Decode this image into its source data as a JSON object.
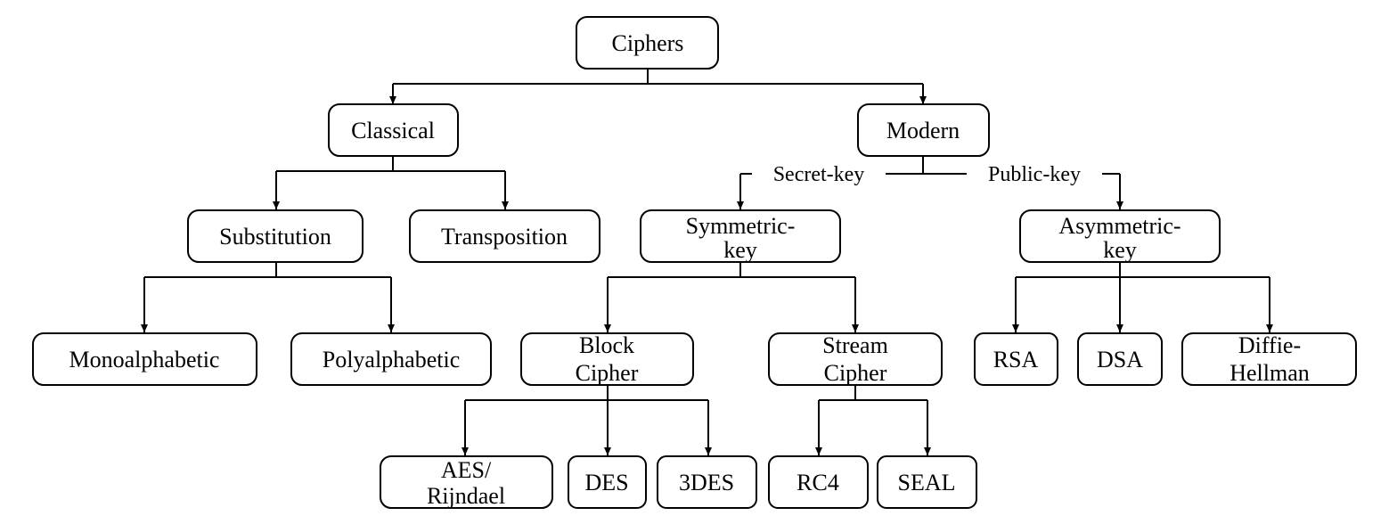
{
  "diagram": {
    "root": {
      "label": "Ciphers"
    },
    "classical": {
      "label": "Classical"
    },
    "modern": {
      "label": "Modern"
    },
    "substitution": {
      "label": "Substitution"
    },
    "transposition": {
      "label": "Transposition"
    },
    "symmetric": {
      "line1": "Symmetric-",
      "line2": "key"
    },
    "asymmetric": {
      "line1": "Asymmetric-",
      "line2": "key"
    },
    "monoalphabetic": {
      "label": "Monoalphabetic"
    },
    "polyalphabetic": {
      "label": "Polyalphabetic"
    },
    "block": {
      "line1": "Block",
      "line2": "Cipher"
    },
    "stream": {
      "line1": "Stream",
      "line2": "Cipher"
    },
    "rsa": {
      "label": "RSA"
    },
    "dsa": {
      "label": "DSA"
    },
    "diffie": {
      "line1": "Diffie-",
      "line2": "Hellman"
    },
    "aes": {
      "line1": "AES/",
      "line2": "Rijndael"
    },
    "des": {
      "label": "DES"
    },
    "tdes": {
      "label": "3DES"
    },
    "rc4": {
      "label": "RC4"
    },
    "seal": {
      "label": "SEAL"
    },
    "edges": {
      "secret_key": "Secret-key",
      "public_key": "Public-key"
    }
  }
}
